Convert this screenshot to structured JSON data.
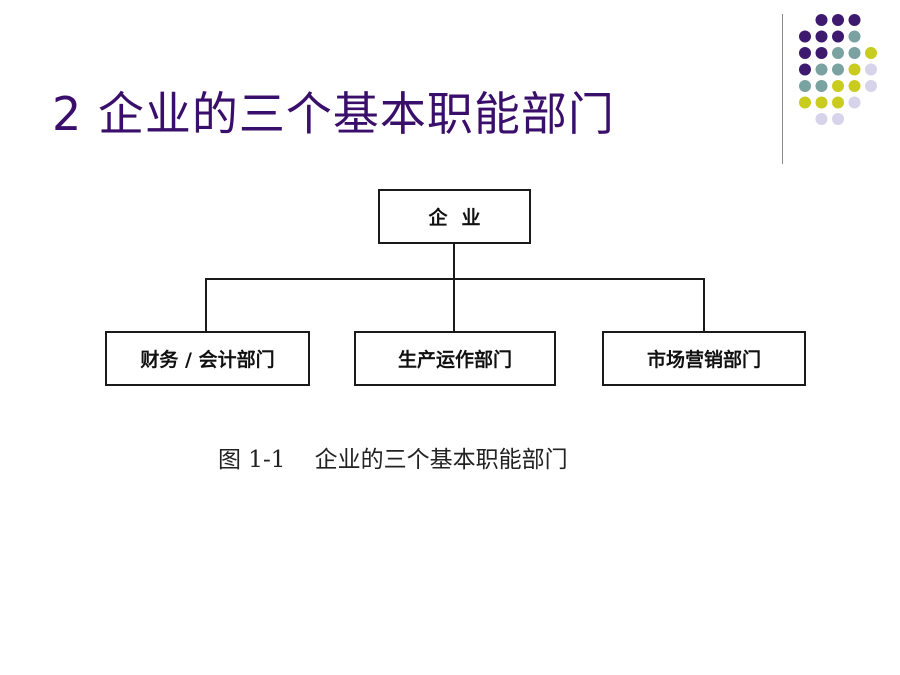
{
  "slide": {
    "title": "2 企业的三个基本职能部门",
    "title_color": "#3a0f6b"
  },
  "decoration": {
    "dot_colors": {
      "purple": "#3d1a6e",
      "teal": "#7aa2a0",
      "lime": "#c9cc1e",
      "lavender": "#d6d3ea"
    }
  },
  "diagram": {
    "root": "企业",
    "children": [
      "财务 / 会计部门",
      "生产运作部门",
      "市场营销部门"
    ],
    "caption": "图 1-1    企业的三个基本职能部门"
  }
}
